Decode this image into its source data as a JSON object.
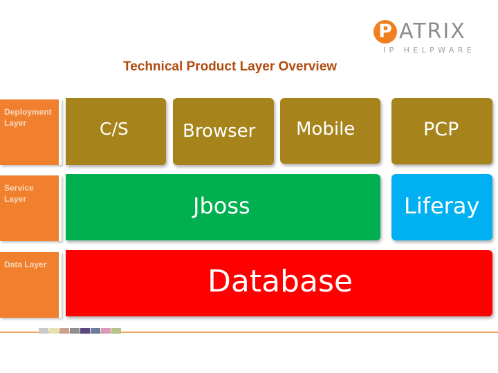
{
  "logo": {
    "initial": "P",
    "word": "ATRIX",
    "tagline": "IP HELPWARE"
  },
  "title": "Technical Product Layer Overview",
  "layers": [
    {
      "label": "Deployment Layer"
    },
    {
      "label": "Service Layer"
    },
    {
      "label": "Data Layer"
    }
  ],
  "deployment": [
    "C/S",
    "Browser",
    "Mobile",
    "PCP"
  ],
  "service": {
    "jboss": "Jboss",
    "liferay": "Liferay"
  },
  "data": {
    "database": "Database"
  },
  "colors": {
    "accent_orange": "#f07f1e",
    "title": "#b04b0e",
    "deployment": "#a6831b",
    "jboss": "#00b050",
    "liferay": "#00b0f0",
    "database": "#ff0000"
  },
  "footer_swatches": [
    "#c9c9c9",
    "#e6dfae",
    "#c6a38c",
    "#8e8e8e",
    "#5a4a82",
    "#6d7a9e",
    "#d89ab8",
    "#b6c48a"
  ]
}
